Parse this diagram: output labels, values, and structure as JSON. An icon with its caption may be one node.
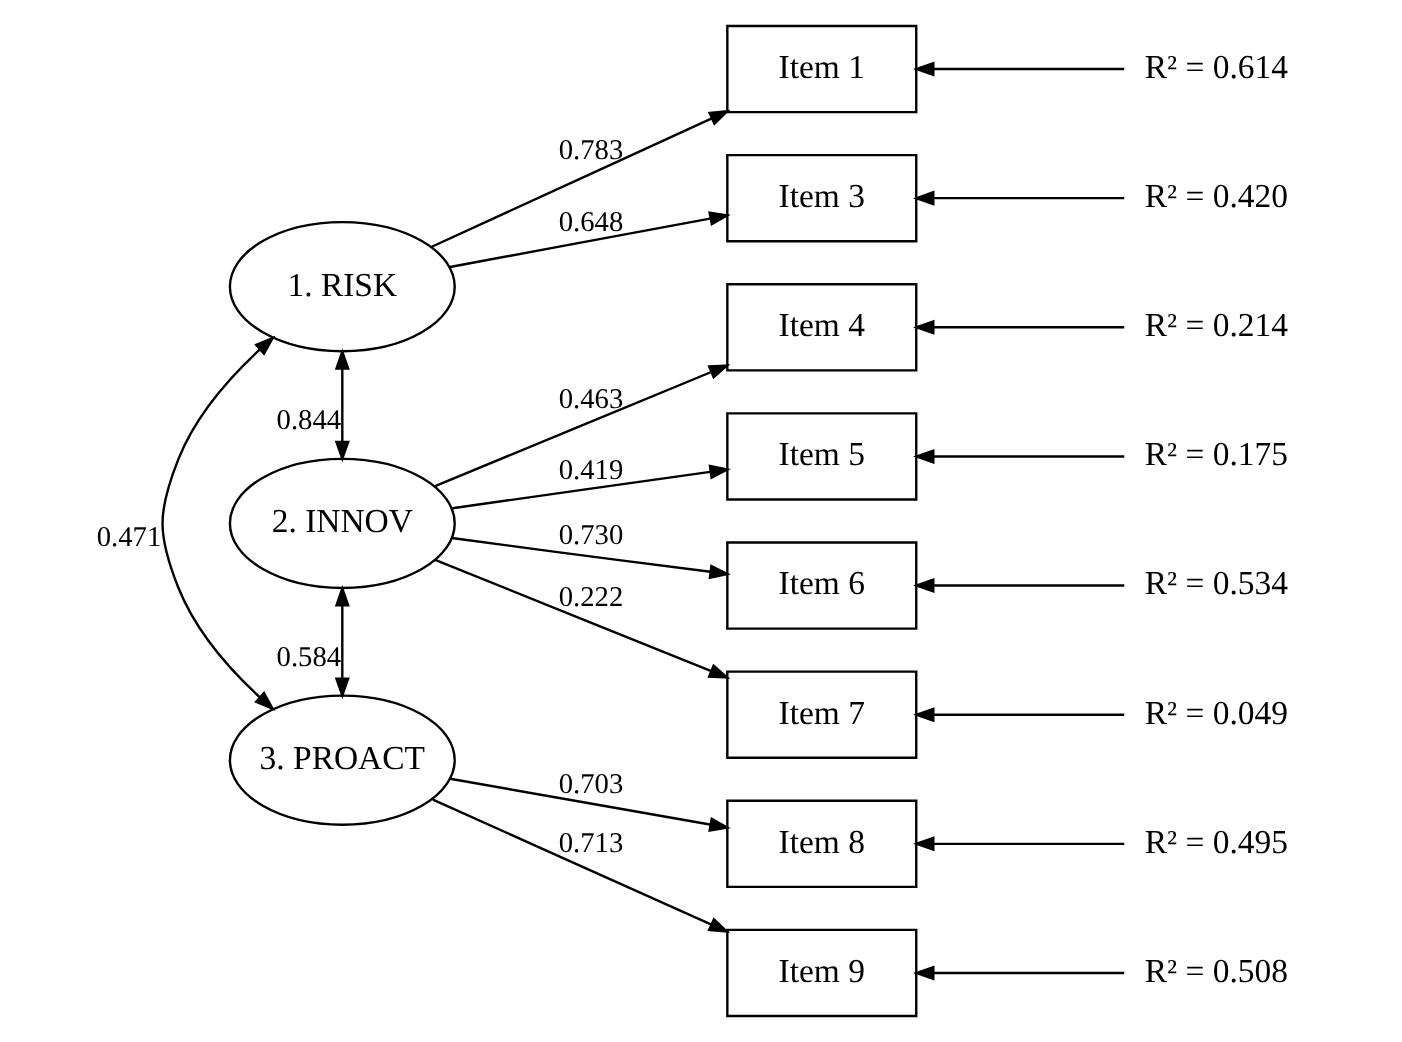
{
  "diagram": {
    "nodes": [
      {
        "text": [
          "1. RISK"
        ]
      },
      {
        "text": [
          "2. INNOV"
        ]
      },
      {
        "text": [
          "3. PROACT"
        ]
      },
      {
        "text": [
          "Item 1"
        ]
      },
      {
        "text": [
          "Item 3"
        ]
      },
      {
        "text": [
          "Item 4"
        ]
      },
      {
        "text": [
          "Item 5"
        ]
      },
      {
        "text": [
          "Item 6"
        ]
      },
      {
        "text": [
          "Item 7"
        ]
      },
      {
        "text": [
          "Item 8"
        ]
      },
      {
        "text": [
          "Item 9"
        ]
      }
    ],
    "edges": [
      {
        "from": 0,
        "to": 3,
        "arrow": "to",
        "label": "0.783"
      },
      {
        "from": 0,
        "to": 4,
        "arrow": "to",
        "label": "0.648"
      },
      {
        "from": 1,
        "to": 5,
        "arrow": "to",
        "label": "0.463"
      },
      {
        "from": 1,
        "to": 6,
        "arrow": "to",
        "label": "0.419"
      },
      {
        "from": 1,
        "to": 7,
        "arrow": "to",
        "label": "0.730"
      },
      {
        "from": 1,
        "to": 8,
        "arrow": "to",
        "label": "0.222"
      },
      {
        "from": 2,
        "to": 9,
        "arrow": "to",
        "label": "0.703"
      },
      {
        "from": 2,
        "to": 10,
        "arrow": "to",
        "label": "0.713"
      },
      {
        "from": 0,
        "to": 1,
        "arrow": "both",
        "label": "0.844"
      },
      {
        "from": 1,
        "to": 2,
        "arrow": "both",
        "label": "0.584"
      },
      {
        "from": 0,
        "to": 2,
        "arrow": "both",
        "label": "0.471"
      },
      {
        "from": null,
        "to": 3,
        "arrow": "to",
        "label": "R² = 0.614"
      },
      {
        "from": null,
        "to": 4,
        "arrow": "to",
        "label": "R² = 0.420"
      },
      {
        "from": null,
        "to": 5,
        "arrow": "to",
        "label": "R² = 0.214"
      },
      {
        "from": null,
        "to": 6,
        "arrow": "to",
        "label": "R² = 0.175"
      },
      {
        "from": null,
        "to": 7,
        "arrow": "to",
        "label": "R² = 0.534"
      },
      {
        "from": null,
        "to": 8,
        "arrow": "to",
        "label": "R² = 0.049"
      },
      {
        "from": null,
        "to": 9,
        "arrow": "to",
        "label": "R² = 0.495"
      },
      {
        "from": null,
        "to": 10,
        "arrow": "to",
        "label": "R² = 0.508"
      }
    ]
  }
}
